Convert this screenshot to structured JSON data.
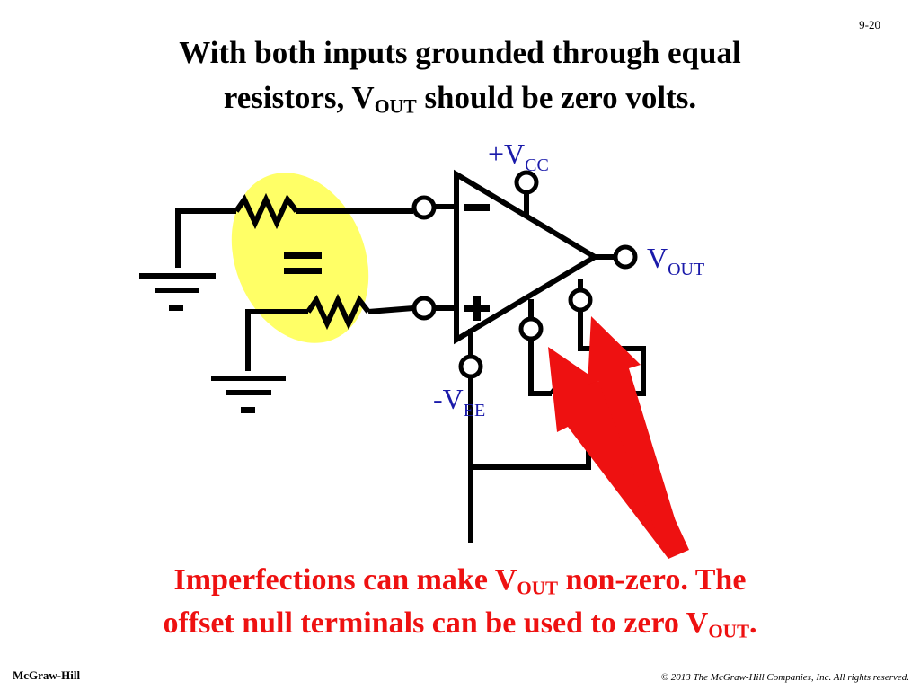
{
  "slide_number": "9-20",
  "title": {
    "line1": "With both inputs grounded through equal",
    "line2_before": "resistors, V",
    "line2_sub": "OUT",
    "line2_after": " should be zero volts."
  },
  "circuit": {
    "vcc_label": "+V",
    "vcc_sub": "CC",
    "vee_label": "-V",
    "vee_sub": "EE",
    "vout_label": "V",
    "vout_sub": "OUT",
    "inverting_symbol": "-",
    "noninverting_symbol": "+",
    "equal_sign": "=",
    "ground_symbol": "-",
    "colors": {
      "wire": "#000000",
      "label": "#1a1aaa",
      "highlight": "#ffff66",
      "arrow": "#ee1111"
    }
  },
  "caption": {
    "line1_before": "Imperfections can make V",
    "line1_sub": "OUT",
    "line1_after": " non-zero.  The",
    "line2_before": "offset null terminals can be used to zero V",
    "line2_sub": "OUT",
    "line2_after": "."
  },
  "footer": {
    "publisher": "McGraw-Hill",
    "copyright": "© 2013 The McGraw-Hill Companies, Inc. All rights reserved."
  }
}
